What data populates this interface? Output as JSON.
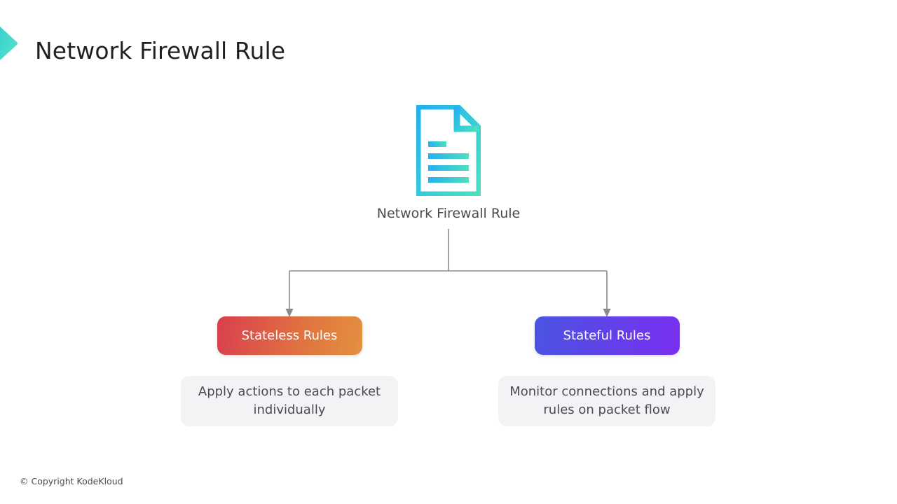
{
  "header": {
    "title": "Network Firewall Rule",
    "logo_icon": "chevron-right-icon",
    "logo_gradient_start": "#2ec9d6",
    "logo_gradient_end": "#57e8c8"
  },
  "diagram": {
    "type": "tree",
    "root": {
      "icon": "document-icon",
      "icon_gradient_start": "#2ab8ef",
      "icon_gradient_end": "#49dcc0",
      "label": "Network Firewall Rule"
    },
    "connector_color": "#8a8a8a",
    "branches": [
      {
        "pill_label": "Stateless Rules",
        "pill_gradient_start": "#d8404c",
        "pill_gradient_end": "#e39040",
        "description": "Apply actions to each packet individually",
        "card_background": "#f5f2f6"
      },
      {
        "pill_label": "Stateful Rules",
        "pill_gradient_start": "#4a55e2",
        "pill_gradient_end": "#7a2ff0",
        "description": "Monitor connections and apply rules on packet flow",
        "card_background": "#f5f2f6"
      }
    ]
  },
  "footer": {
    "copyright": "© Copyright KodeKloud"
  }
}
